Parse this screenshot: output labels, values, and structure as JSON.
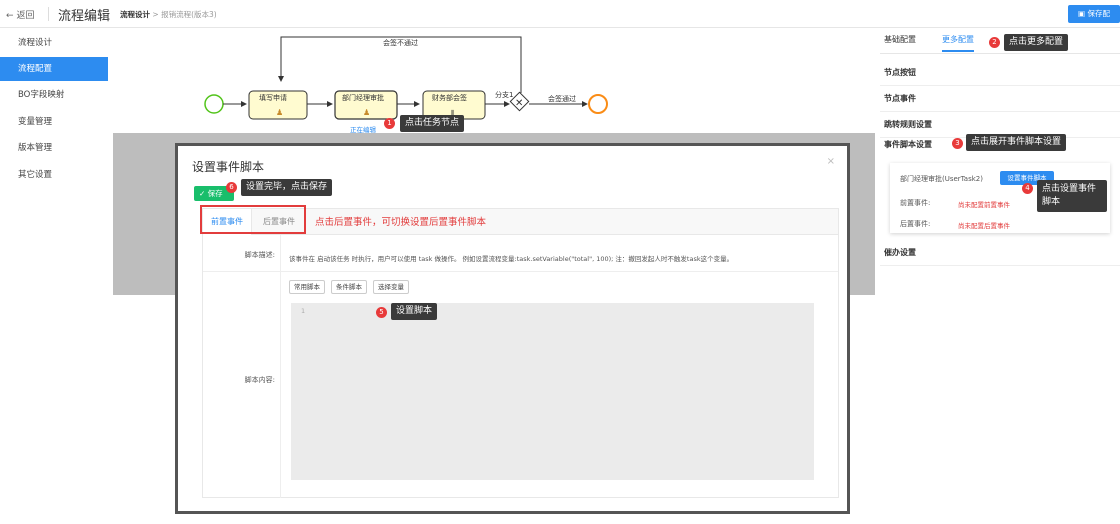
{
  "topbar": {
    "back_label": "返回",
    "app_title": "流程编辑",
    "crumb_root": "流程设计",
    "crumb_sep": ">",
    "crumb_current": "报销流程(版本3)",
    "save_label": "保存配"
  },
  "sidebar": {
    "items": [
      {
        "label": "流程设计"
      },
      {
        "label": "流程配置"
      },
      {
        "label": "BO字段映射"
      },
      {
        "label": "变量管理"
      },
      {
        "label": "版本管理"
      },
      {
        "label": "其它设置"
      }
    ]
  },
  "flow": {
    "loop_label": "会签不通过",
    "task1": "填写申请",
    "task2": "部门经理审批",
    "task3": "财务部会签",
    "gateway_label": "分支1",
    "pass_label": "会签通过",
    "editing_tag": "正在编辑"
  },
  "right_panel": {
    "tab_basic": "基础配置",
    "tab_more": "更多配置",
    "rows": [
      "节点按钮",
      "节点事件",
      "跳转规则设置",
      "事件脚本设置",
      "催办设置"
    ],
    "card_node": "部门经理审批(UserTask2)",
    "card_btn": "设置事件脚本",
    "pre_label": "前置事件:",
    "pre_value": "尚未配置前置事件",
    "post_label": "后置事件:",
    "post_value": "尚未配置后置事件"
  },
  "modal": {
    "title": "设置事件脚本",
    "close": "×",
    "save": "✓ 保存",
    "tab_pre": "前置事件",
    "tab_post": "后置事件",
    "desc_label": "脚本描述:",
    "desc_text": "该事件在 启动该任务 时执行，用户可以使用 task 做操作。 例如设置流程变量:task.setVariable(\"total\", 100); 注：撤回发起人时不触发task这个变量。",
    "content_label": "脚本内容:",
    "btn_common": "常用脚本",
    "btn_cond": "条件脚本",
    "btn_var": "选择变量",
    "line_no": "1"
  },
  "annotations": {
    "t1": {
      "num": "1",
      "text": "点击任务节点"
    },
    "t2": {
      "num": "2",
      "text": "点击更多配置"
    },
    "t3": {
      "num": "3",
      "text": "点击展开事件脚本设置"
    },
    "t4": {
      "num": "4",
      "text": "点击设置事件脚本"
    },
    "t5": {
      "num": "5",
      "text": "设置脚本"
    },
    "t6": {
      "num": "6",
      "text": "设置完毕，点击保存"
    },
    "switch_note": "点击后置事件，可切换设置后置事件脚本"
  },
  "colors": {
    "primary": "#2d8cf0",
    "success": "#19be6b",
    "danger": "#e23c3c",
    "task_fill": "#fffbd0",
    "start": "#52c41a",
    "end": "#fa8c16"
  }
}
